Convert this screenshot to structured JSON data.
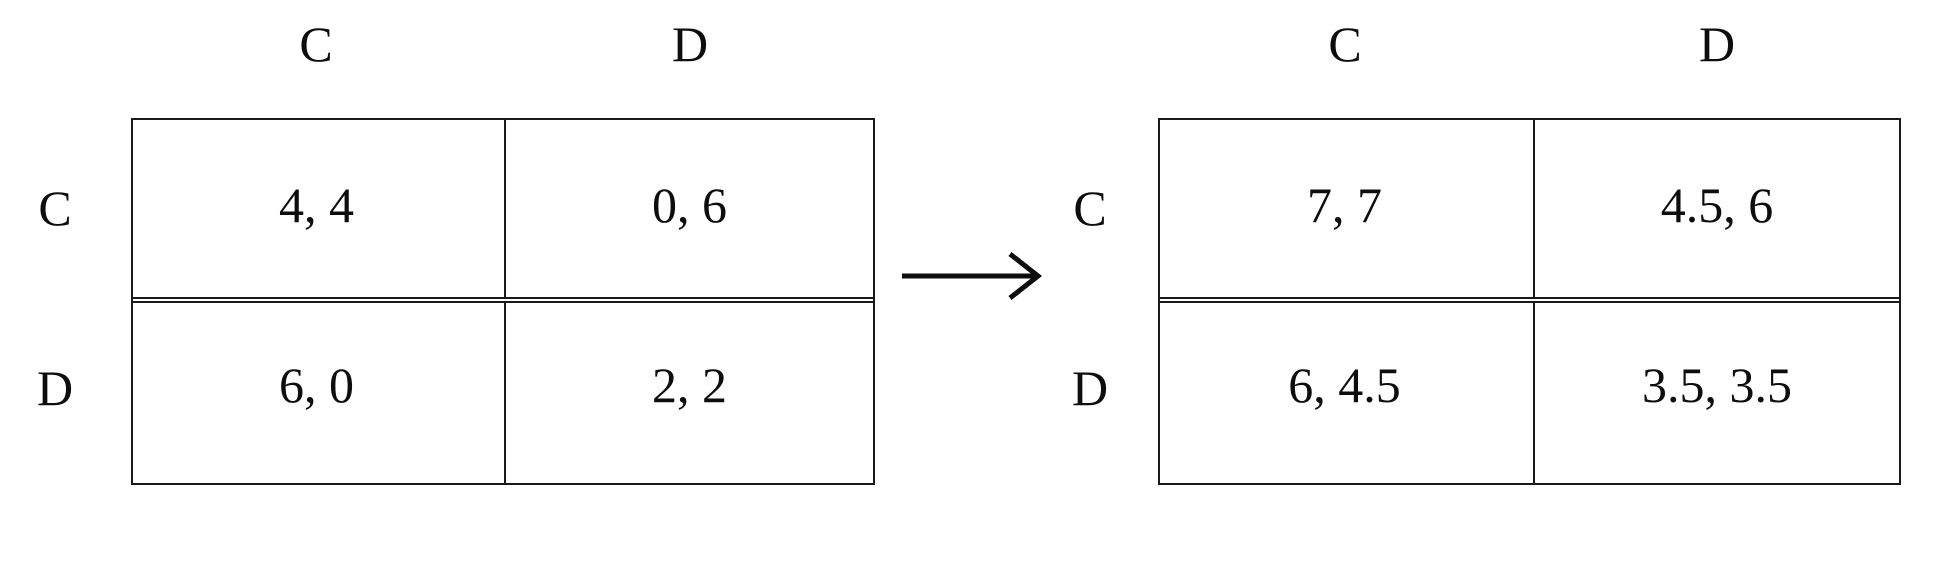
{
  "figure": {
    "background_color": "#ffffff",
    "ink_color": "#0d0d0d",
    "arrow": {
      "name": "transformation-arrow",
      "direction": "right",
      "label": ""
    }
  },
  "matrices": [
    {
      "id": "left",
      "name": "original-payoff-matrix",
      "column_headers": [
        "C",
        "D"
      ],
      "row_headers": [
        "C",
        "D"
      ],
      "cells": [
        [
          "4, 4",
          "0, 6"
        ],
        [
          "6, 0",
          "2, 2"
        ]
      ]
    },
    {
      "id": "right",
      "name": "transformed-payoff-matrix",
      "column_headers": [
        "C",
        "D"
      ],
      "row_headers": [
        "C",
        "D"
      ],
      "cells": [
        [
          "7, 7",
          "4.5, 6"
        ],
        [
          "6, 4.5",
          "3.5, 3.5"
        ]
      ]
    }
  ],
  "chart_data": {
    "type": "table",
    "title": "",
    "xlabel": "",
    "ylabel": "",
    "description": "Two 2x2 normal-form game payoff matrices joined by a rightward arrow, showing a transformation of payoffs.",
    "tables": [
      {
        "name": "original-payoff-matrix",
        "position": "left",
        "row_label_header": "",
        "column_headers": [
          "C",
          "D"
        ],
        "row_headers": [
          "C",
          "D"
        ],
        "rows": [
          {
            "row": "C",
            "values": [
              "4, 4",
              "0, 6"
            ],
            "pairs": [
              [
                4,
                4
              ],
              [
                0,
                6
              ]
            ]
          },
          {
            "row": "D",
            "values": [
              "6, 0",
              "2, 2"
            ],
            "pairs": [
              [
                6,
                0
              ],
              [
                2,
                2
              ]
            ]
          }
        ]
      },
      {
        "name": "transformed-payoff-matrix",
        "position": "right",
        "row_label_header": "",
        "column_headers": [
          "C",
          "D"
        ],
        "row_headers": [
          "C",
          "D"
        ],
        "rows": [
          {
            "row": "C",
            "values": [
              "7, 7",
              "4.5, 6"
            ],
            "pairs": [
              [
                7,
                7
              ],
              [
                4.5,
                6
              ]
            ]
          },
          {
            "row": "D",
            "values": [
              "6, 4.5",
              "3.5, 3.5"
            ],
            "pairs": [
              [
                6,
                4.5
              ],
              [
                3.5,
                3.5
              ]
            ]
          }
        ]
      }
    ],
    "connector": {
      "type": "arrow",
      "from": "original-payoff-matrix",
      "to": "transformed-payoff-matrix",
      "direction": "right"
    }
  }
}
